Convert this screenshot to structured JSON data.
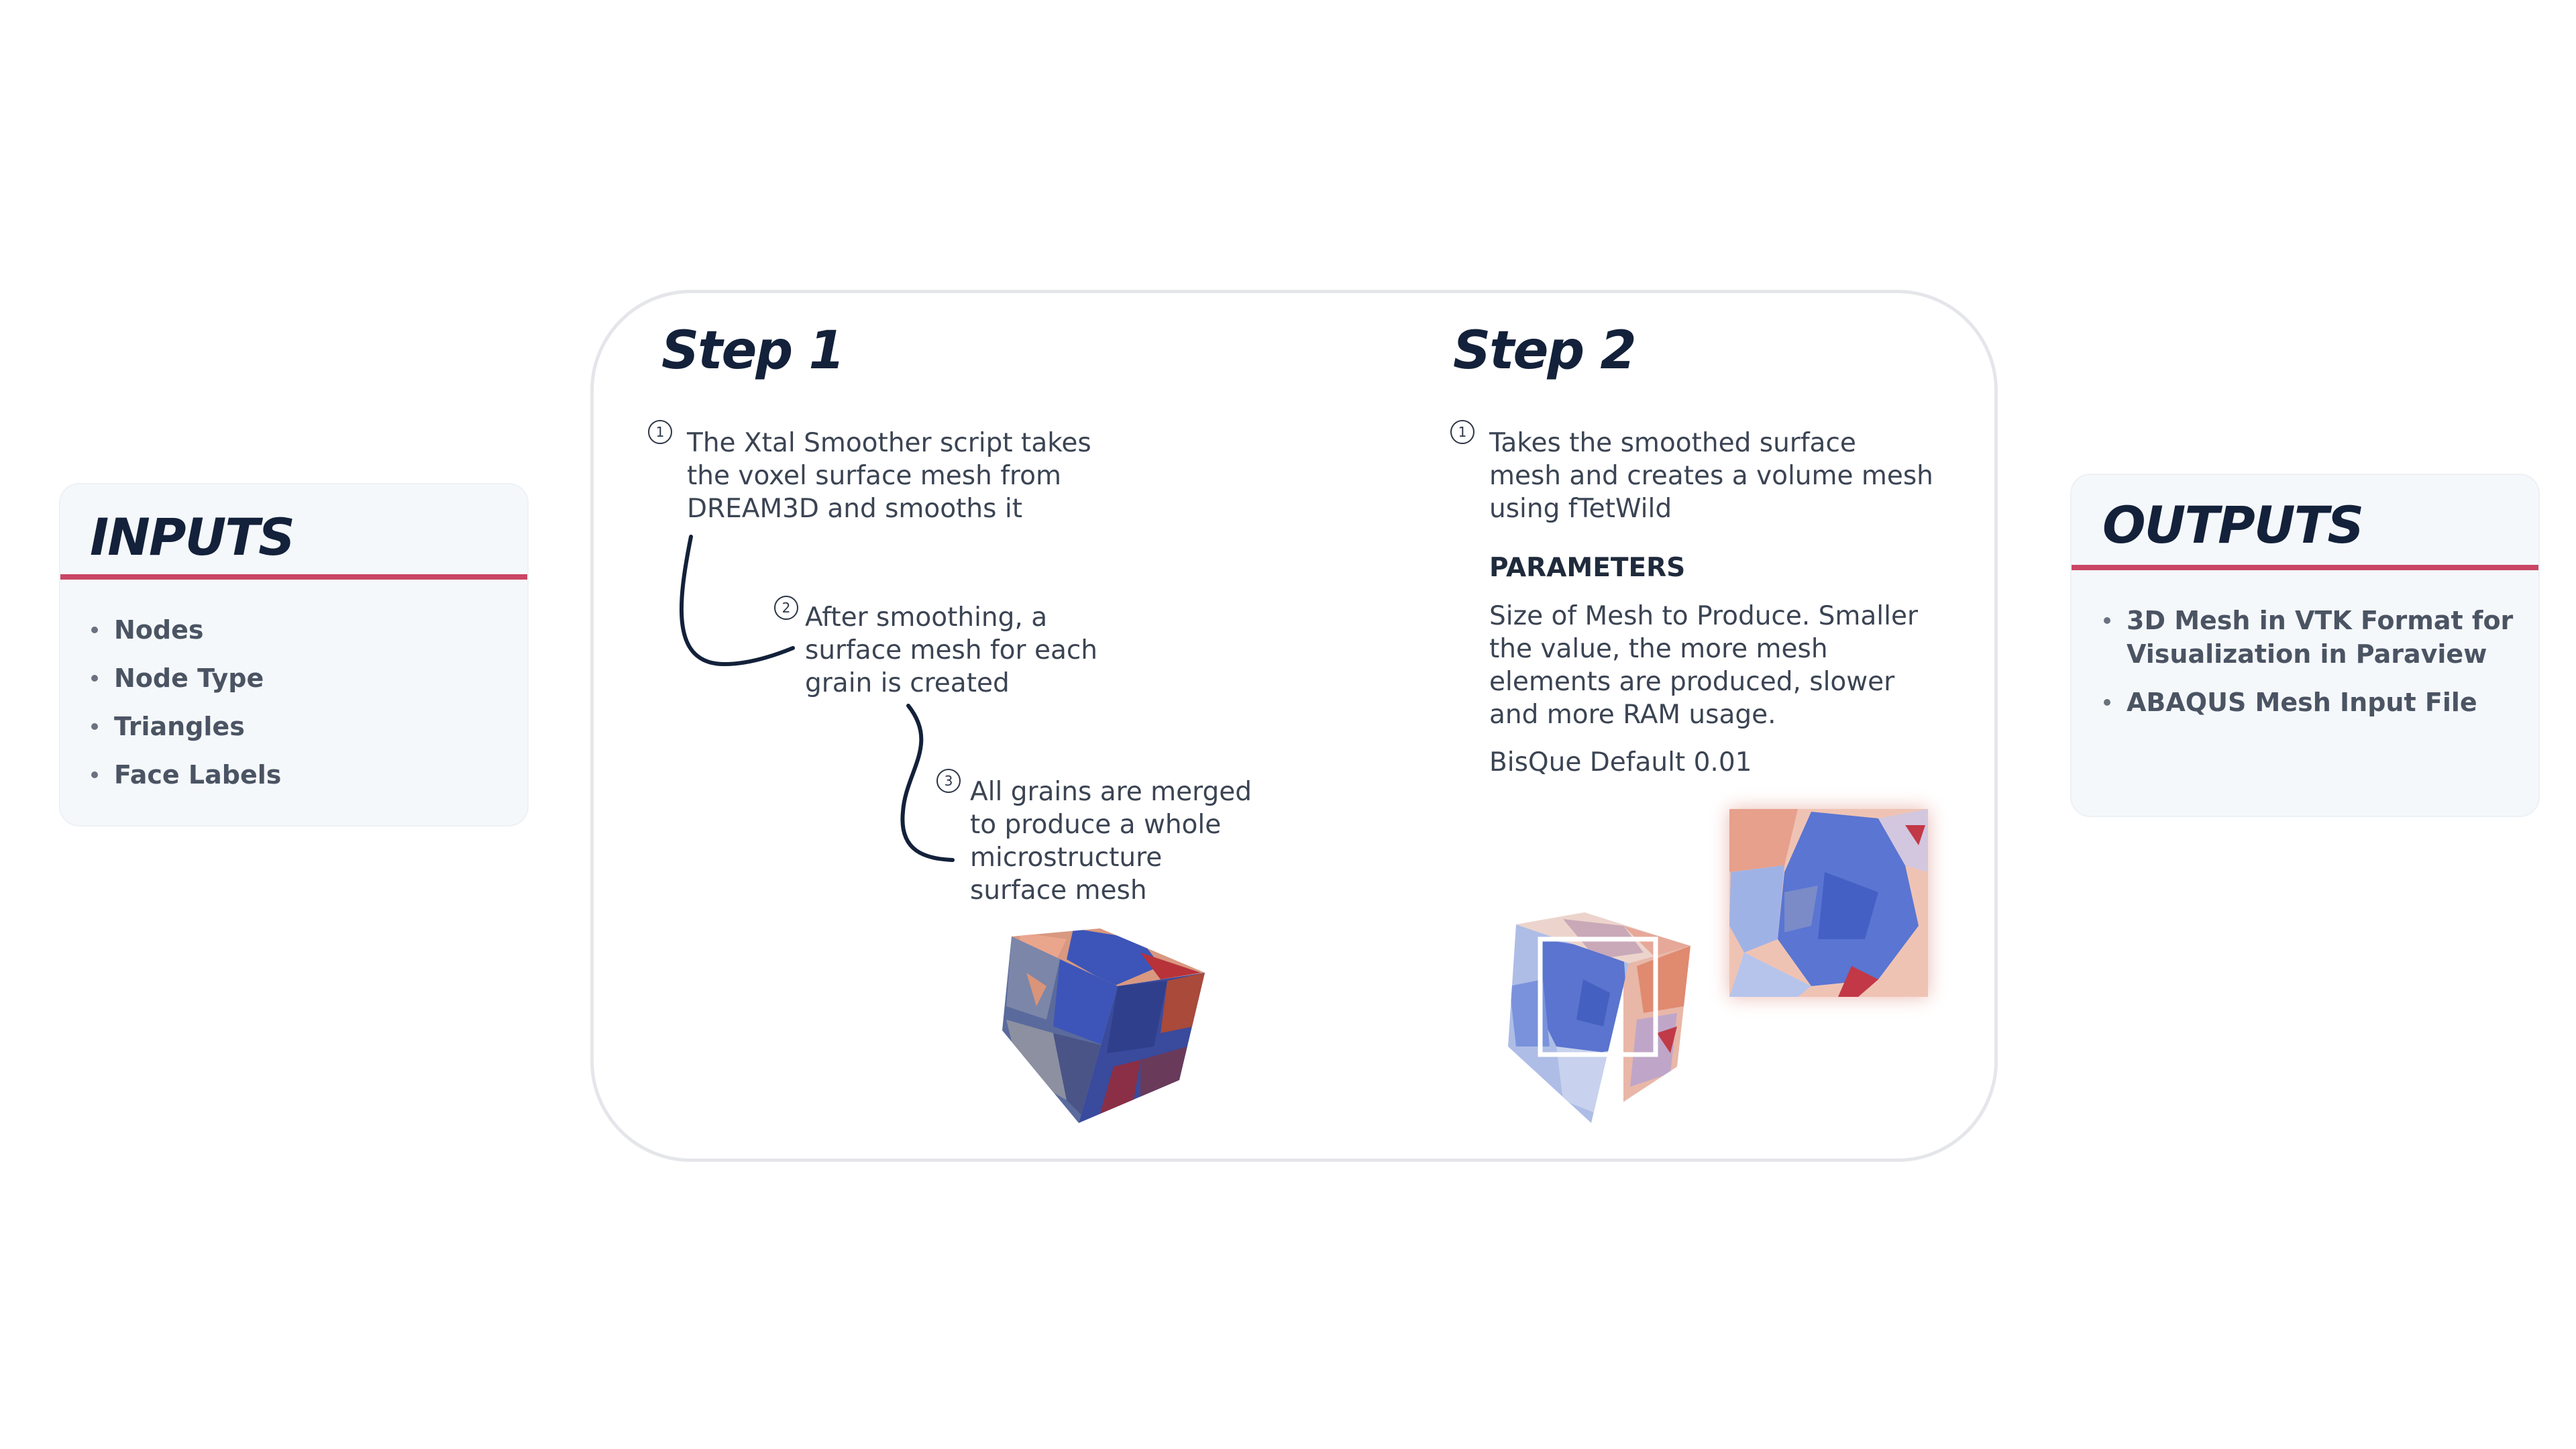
{
  "inputs": {
    "title": "INPUTS",
    "items": [
      "Nodes",
      "Node Type",
      "Triangles",
      "Face Labels"
    ]
  },
  "outputs": {
    "title": "OUTPUTS",
    "items": [
      "3D Mesh in VTK Format for\nVisualization in Paraview",
      "ABAQUS Mesh Input File"
    ]
  },
  "step1": {
    "title": "Step 1",
    "items": [
      {
        "num": "1",
        "text": "The Xtal Smoother script takes\nthe voxel surface mesh from\nDREAM3D and smooths it"
      },
      {
        "num": "2",
        "text": "After smoothing, a\nsurface mesh for each\ngrain is created"
      },
      {
        "num": "3",
        "text": "All grains are merged\nto produce a whole\nmicrostructure\nsurface mesh"
      }
    ]
  },
  "step2": {
    "title": "Step 2",
    "item": {
      "num": "1",
      "text": "Takes the smoothed surface\nmesh and creates a volume mesh\nusing fTetWild"
    },
    "parameters_label": "PARAMETERS",
    "parameters_text": "Size of Mesh to Produce. Smaller\nthe value, the more mesh\nelements are produced, slower\nand more RAM usage.",
    "default_text": "BisQue Default 0.01"
  },
  "colors": {
    "accent": "#c94664",
    "title": "#13213a",
    "body_text": "#3b4453",
    "card_bg": "#f5f8fb",
    "grain_blue": "#3d55b8",
    "grain_red": "#b8323a",
    "grain_peach": "#e8a089"
  }
}
